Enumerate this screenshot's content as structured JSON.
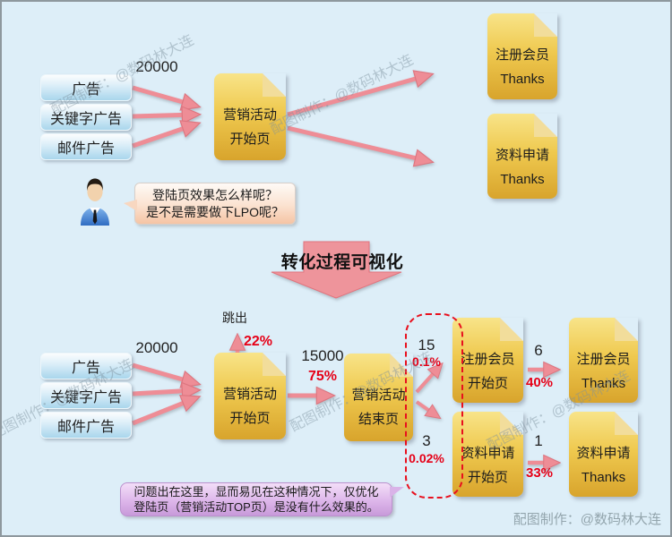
{
  "colors": {
    "background": "#ddeef8",
    "doc_gold_top": "#f8e489",
    "doc_gold_bottom": "#d8a42c",
    "arrow_pink": "#ee8d96",
    "percent_red": "#e60017",
    "source_blue": "#a9d6ec",
    "note_purple": "#c89ada",
    "bubble_peach": "#f5c4a4",
    "dashed_red": "#e8101e"
  },
  "sources": [
    "广告",
    "关键字广告",
    "邮件广告"
  ],
  "docs": {
    "campaign_start": {
      "line1": "营销活动",
      "line2": "开始页"
    },
    "campaign_end": {
      "line1": "营销活动",
      "line2": "结束页"
    },
    "register_thanks": {
      "line1": "注册会员",
      "line2": "Thanks"
    },
    "apply_thanks": {
      "line1": "资料申请",
      "line2": "Thanks"
    },
    "register_start": {
      "line1": "注册会员",
      "line2": "开始页"
    },
    "apply_start": {
      "line1": "资料申请",
      "line2": "开始页"
    }
  },
  "top": {
    "visits": "20000",
    "question_line1": "登陆页效果怎么样呢？",
    "question_line2": "是不是需要做下LPO呢？"
  },
  "middle": {
    "title": "转化过程可视化"
  },
  "bottom": {
    "visits": "20000",
    "bounce_label": "跳出",
    "bounce_rate": "22%",
    "to_end_count": "15000",
    "to_end_rate": "75%",
    "register_count": "15",
    "register_rate": "0.1%",
    "register_thanks_count": "6",
    "register_thanks_rate": "40%",
    "apply_count": "3",
    "apply_rate": "0.02%",
    "apply_thanks_count": "1",
    "apply_thanks_rate": "33%",
    "note_line1": "问题出在这里，显而易见在这种情况下，仅优化",
    "note_line2": "登陆页（营销活动TOP页）是没有什么效果的。"
  },
  "watermark": {
    "diagonal": "配图制作：@数码林大连",
    "credit": "配图制作：@数码林大连"
  }
}
